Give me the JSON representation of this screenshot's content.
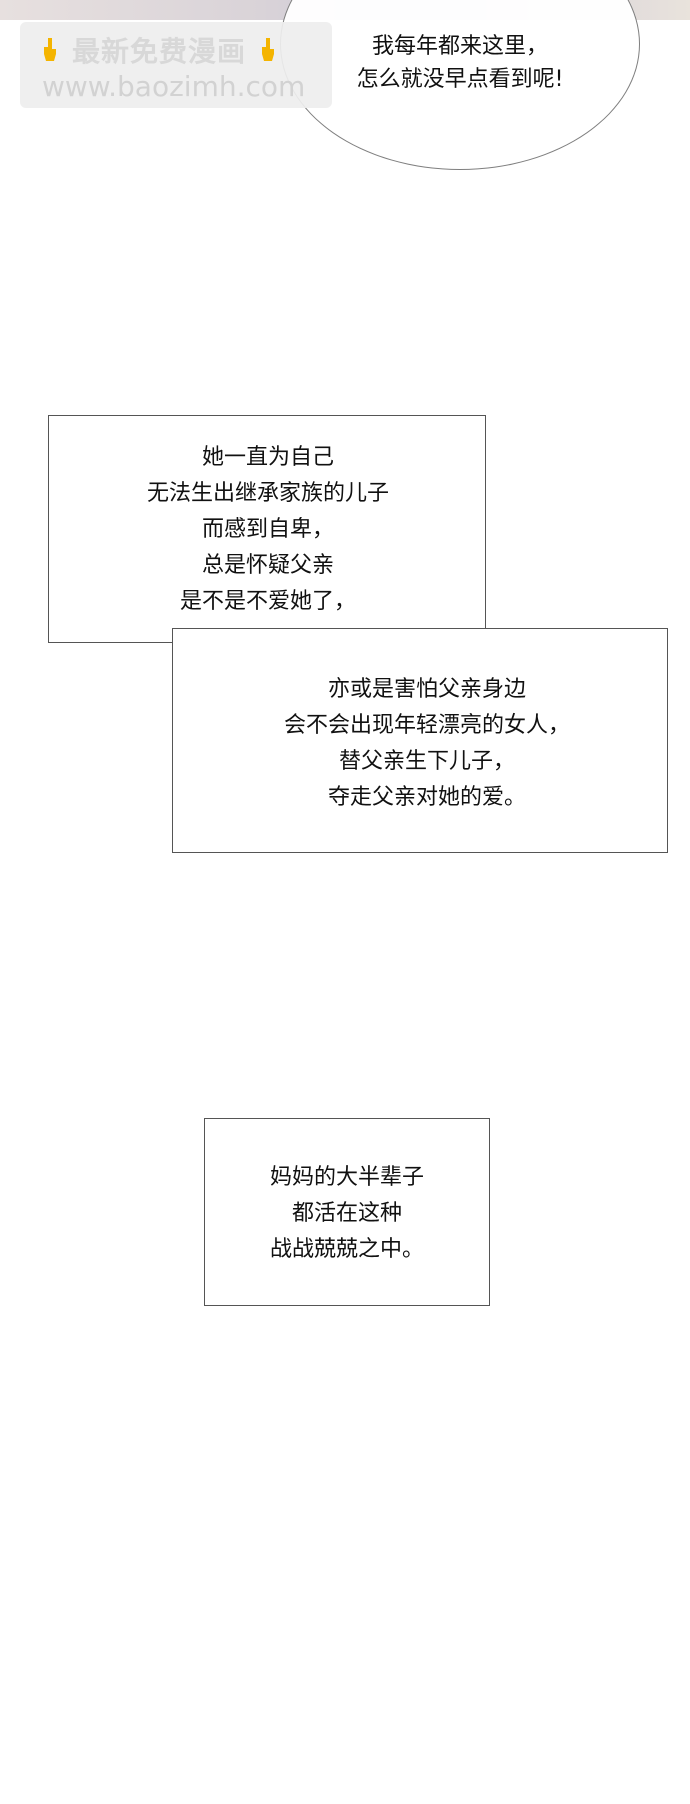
{
  "watermark": {
    "title": "最新免费漫画",
    "url": "www.baozimh.com",
    "icon": "pointing-down-hand-icon"
  },
  "speech_bubble": {
    "text": "我每年都来这里，\n怎么就没早点看到呢!"
  },
  "captions": [
    {
      "text": "她一直为自己\n无法生出继承家族的儿子\n而感到自卑，\n总是怀疑父亲\n是不是不爱她了，"
    },
    {
      "text": "亦或是害怕父亲身边\n会不会出现年轻漂亮的女人，\n替父亲生下儿子，\n夺走父亲对她的爱。"
    },
    {
      "text": "妈妈的大半辈子\n都活在这种\n战战兢兢之中。"
    }
  ],
  "colors": {
    "background": "#ffffff",
    "text": "#111111",
    "border": "#555555",
    "watermark_bg": "#eeeeee",
    "watermark_text": "#d8d8d8"
  }
}
